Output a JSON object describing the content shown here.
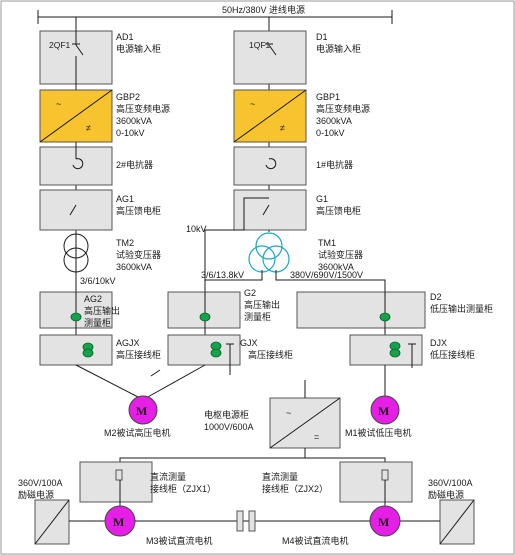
{
  "colors": {
    "cabinet": "#e3e3e3",
    "vfd": "#f7c42f",
    "motor": "#e51fe5",
    "measure": "#16a24a",
    "transformer_ring": "#18a9c4"
  },
  "bus": {
    "label": "50Hz/380V 进线电源"
  },
  "left": {
    "ad1": {
      "code": "AD1",
      "name": "电源输入柜",
      "breaker": "2QF1"
    },
    "gbp2": {
      "code": "GBP2",
      "l1": "高压变频电源",
      "l2": "3600kVA",
      "l3": "0-10kV"
    },
    "reactor": {
      "name": "2#电抗器"
    },
    "ag1": {
      "code": "AG1",
      "name": "高压馈电柜"
    },
    "tm2": {
      "code": "TM2",
      "l1": "试验变压器",
      "l2": "3600kVA"
    },
    "tap": "3/6/10kV",
    "ag2": {
      "code": "AG2",
      "l1": "高压输出",
      "l2": "测量柜"
    },
    "agjx": {
      "code": "AGJX",
      "name": "高压接线柜"
    },
    "m2": {
      "symbol": "M",
      "label": "M2被试高压电机"
    }
  },
  "right": {
    "d1": {
      "code": "D1",
      "name": "电源输入柜",
      "breaker": "1QF1"
    },
    "gbp1": {
      "code": "GBP1",
      "l1": "高压变频电源",
      "l2": "3600kVA",
      "l3": "0-10kV"
    },
    "reactor": {
      "name": "1#电抗器"
    },
    "g1": {
      "code": "G1",
      "name": "高压馈电柜"
    },
    "feed": "10kV",
    "tm1": {
      "code": "TM1",
      "l1": "试验变压器",
      "l2": "3600kVA"
    },
    "tap_hv": "3/6/13.8kV",
    "tap_lv": "380V/690V/1500V",
    "g2": {
      "code": "G2",
      "l1": "高压输出",
      "l2": "测量柜"
    },
    "gjx": {
      "code": "GJX",
      "name": "高压接线柜"
    },
    "d2": {
      "code": "D2",
      "name": "低压输出测量柜"
    },
    "djx": {
      "code": "DJX",
      "name": "低压接线柜"
    },
    "m1": {
      "symbol": "M",
      "label": "M1被试低压电机"
    }
  },
  "dc": {
    "supply": {
      "l1": "电枢电源柜",
      "l2": "1000V/600A"
    },
    "zjx1": {
      "l1": "直流测量",
      "l2": "接线柜（ZJX1）"
    },
    "zjx2": {
      "l1": "直流测量",
      "l2": "接线柜（ZJX2）"
    },
    "exc_left": {
      "l1": "360V/100A",
      "l2": "励磁电源"
    },
    "exc_right": {
      "l1": "360V/100A",
      "l2": "励磁电源"
    },
    "m3": {
      "symbol": "M",
      "label": "M3被试直流电机"
    },
    "m4": {
      "symbol": "M",
      "label": "M4被试直流电机"
    }
  }
}
